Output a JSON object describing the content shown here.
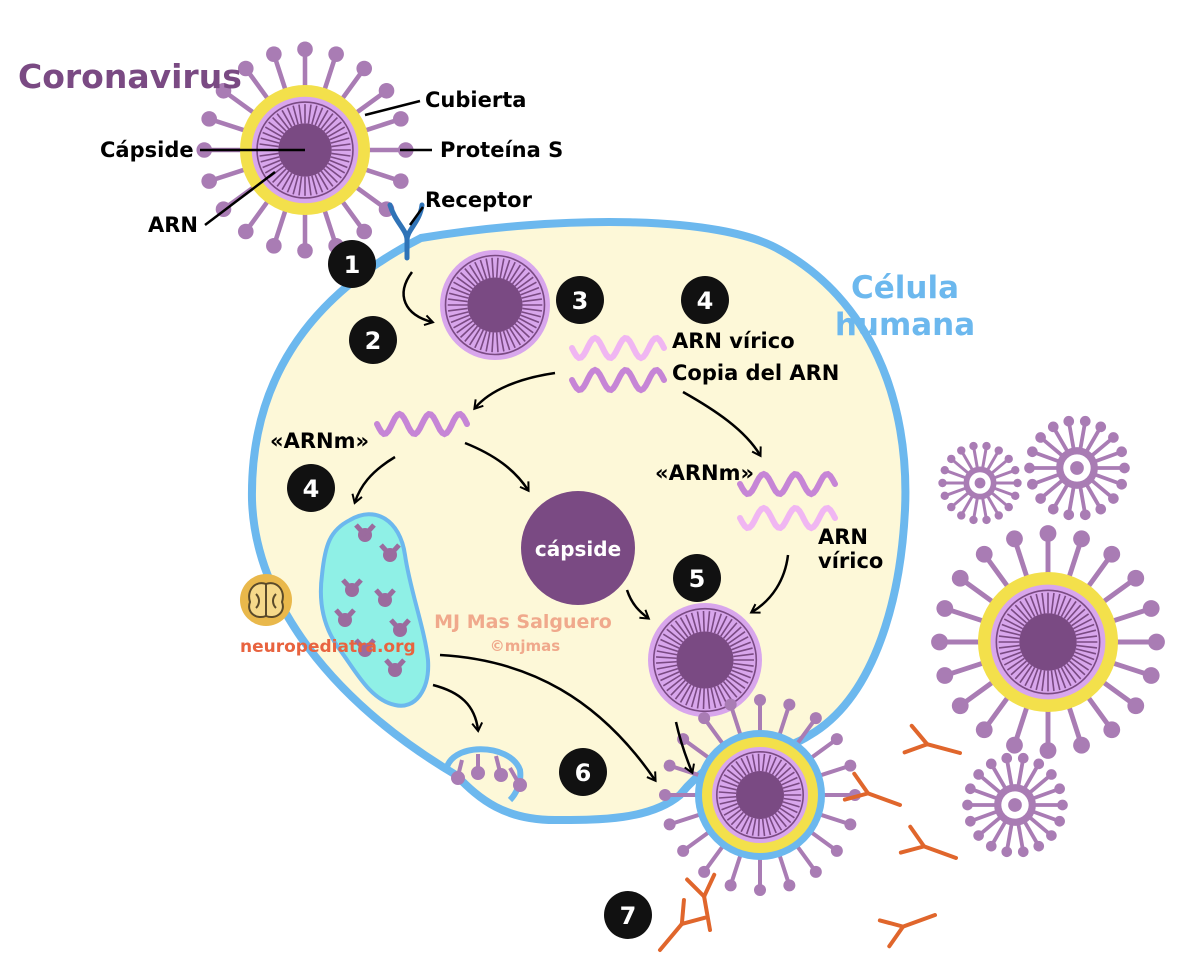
{
  "title": "Coronavirus",
  "cell_label": {
    "line1": "Célula",
    "line2": "humana"
  },
  "virus_parts": {
    "cubierta": "Cubierta",
    "capside": "Cápside",
    "proteina_s": "Proteína S",
    "arn": "ARN",
    "receptor": "Receptor"
  },
  "steps": [
    "1",
    "2",
    "3",
    "4",
    "4",
    "5",
    "6",
    "7"
  ],
  "rna_labels": {
    "arn_virico": "ARN vírico",
    "copia": "Copia del ARN",
    "arnm_left": "«ARNm»",
    "arnm_right": "«ARNm»",
    "arn_right_1": "ARN",
    "arn_right_2": "vírico"
  },
  "capside_label": "cápside",
  "credit": {
    "author": "MJ Mas Salguero",
    "handle": "©mjmas"
  },
  "site": "neuropediatra.org",
  "colors": {
    "cell_fill": "#fdf8d8",
    "membrane": "#6cb8ee",
    "virus_purple": "#7a4a83",
    "spike": "#a97cb4",
    "envelope": "#f3e04b",
    "capsid_ring": "#d8a6ec",
    "rna_light": "#f0b6f2",
    "rna_dark": "#c685d6",
    "er_fill": "#8ff0e6",
    "antibody": "#e0662c",
    "badge": "#111111"
  }
}
